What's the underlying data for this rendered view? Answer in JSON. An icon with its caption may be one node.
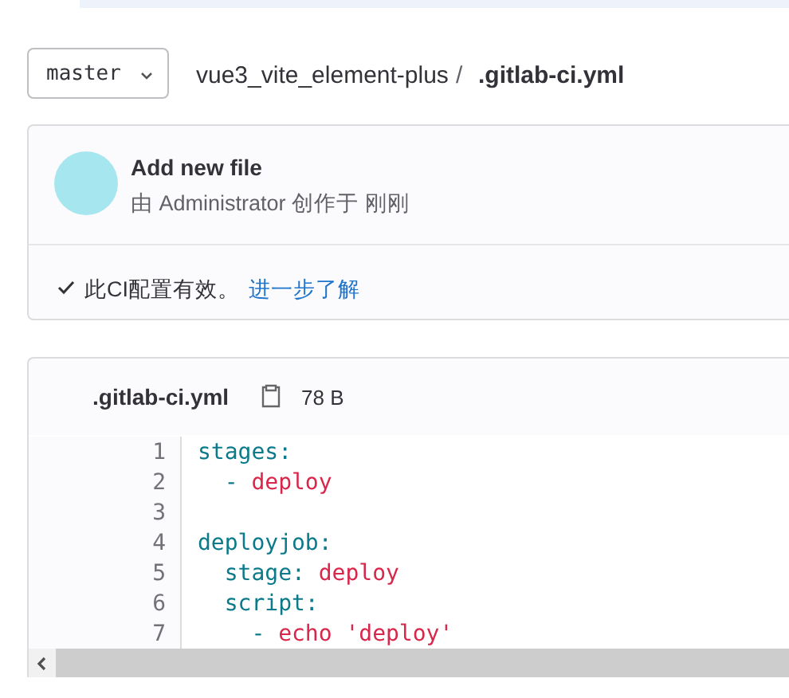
{
  "diagram": {
    "labels": [
      "master",
      "vue3_vite_element-plus",
      "/",
      ".gitlab-ci.yml",
      "Add new file",
      "由 Administrator 创作于 刚刚",
      "此CI配置有效。",
      "进一步了解",
      ".gitlab-ci.yml",
      "78 B",
      "1",
      "stages:",
      "2",
      "- deploy",
      "3",
      "4",
      "deployjob:",
      "5",
      "stage: deploy",
      "6",
      "script:",
      "7",
      "- echo 'deploy'"
    ]
  }
}
